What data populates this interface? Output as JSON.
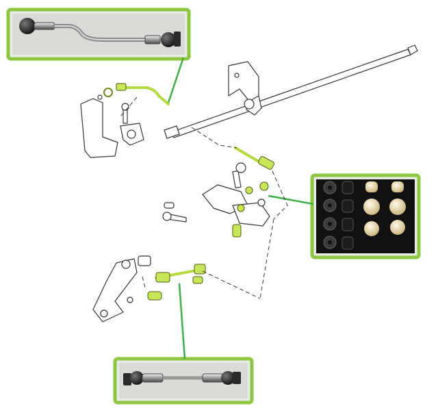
{
  "colors": {
    "frame_accent": "#8dc63f",
    "leader_line": "#3fae49",
    "part_highlight": "#c8e65a",
    "background": "#ffffff"
  },
  "callouts": {
    "top": {
      "name": "shift-rod-photo-top"
    },
    "right": {
      "name": "bushing-kit-photo"
    },
    "bottom": {
      "name": "shift-rod-photo-bottom"
    }
  }
}
